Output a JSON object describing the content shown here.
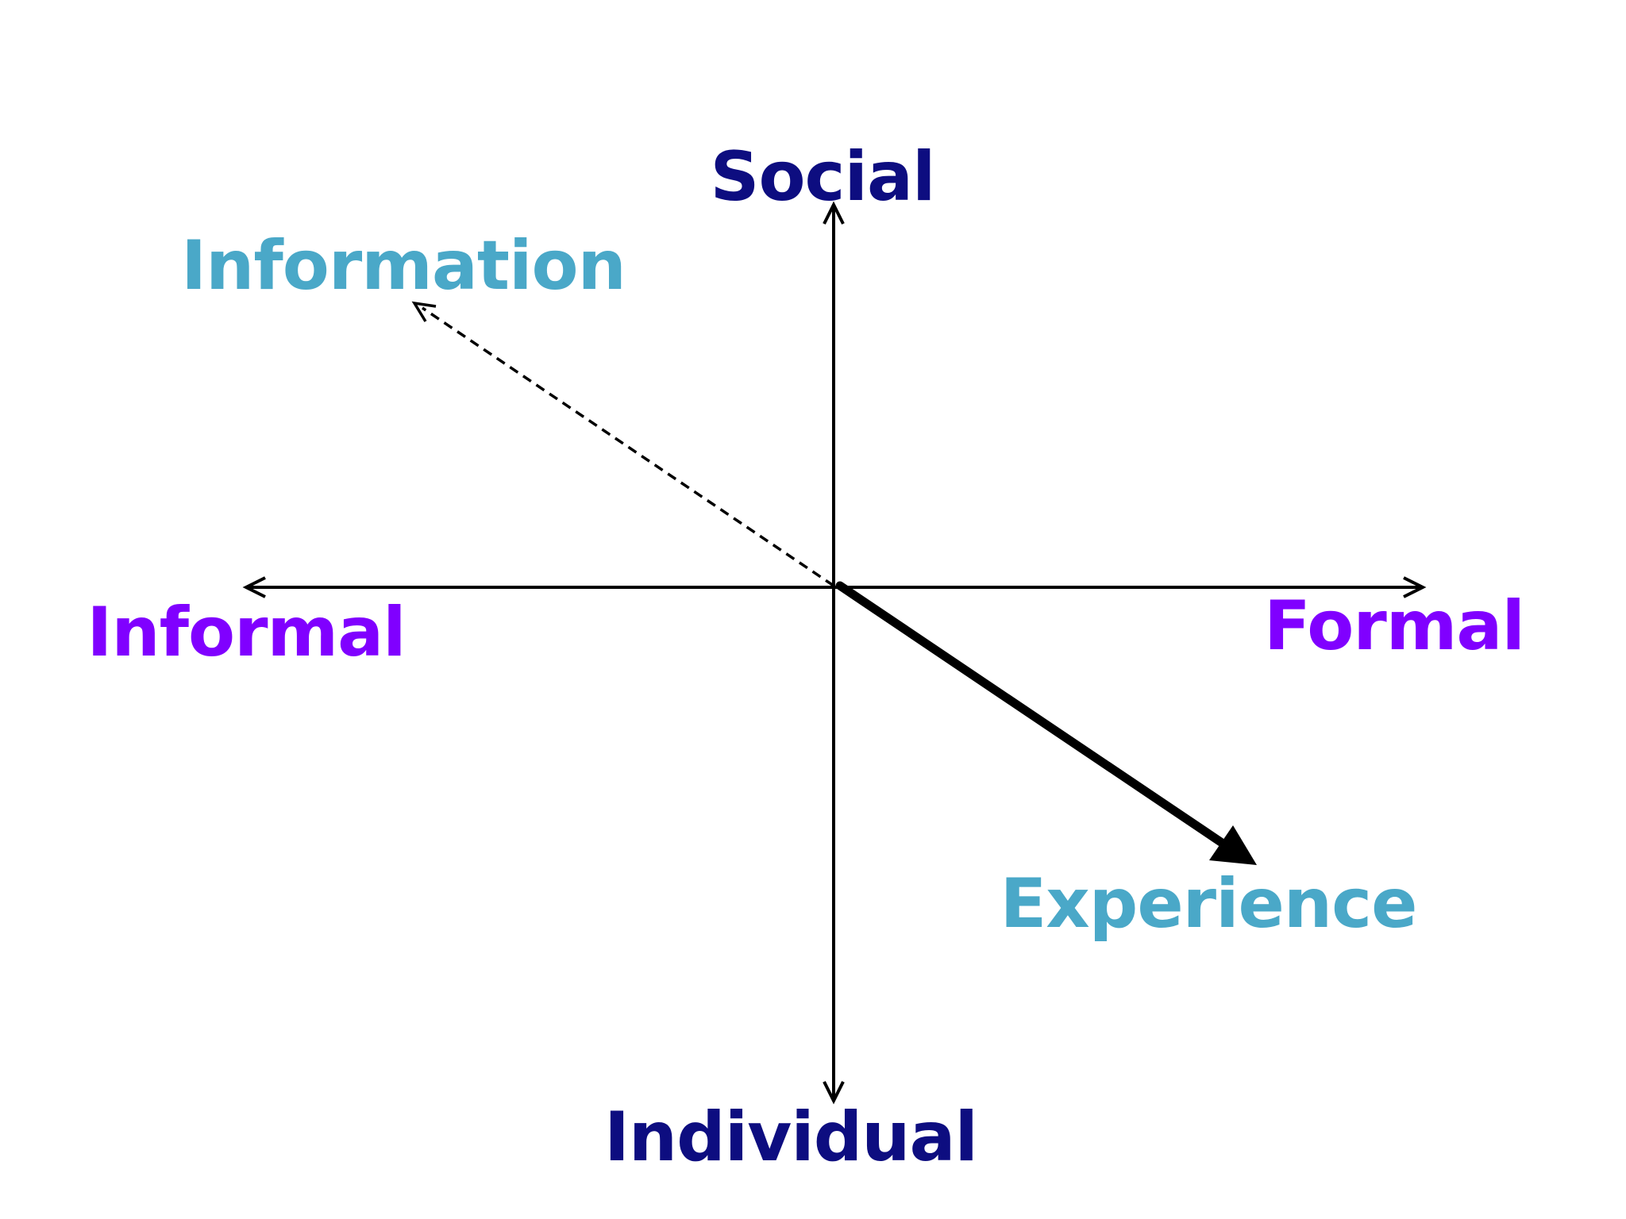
{
  "axes": {
    "vertical": {
      "top_label": "Social",
      "bottom_label": "Individual"
    },
    "horizontal": {
      "left_label": "Informal",
      "right_label": "Formal"
    }
  },
  "vectors": {
    "information": {
      "label": "Information",
      "style": "dashed"
    },
    "experience": {
      "label": "Experience",
      "style": "solid-heavy"
    }
  },
  "colors": {
    "axis_line": "#000000",
    "social_individual": "#0d0d80",
    "informal_formal": "#8000ff",
    "information_experience": "#4aa8c8",
    "background": "#ffffff"
  }
}
